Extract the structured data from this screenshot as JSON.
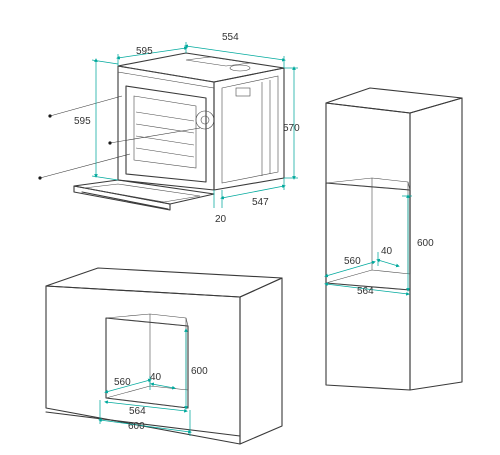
{
  "oven": {
    "width": "554",
    "door_width": "595",
    "door_height": "595",
    "height": "570",
    "depth": "547",
    "door_offset": "20"
  },
  "tall_cabinet": {
    "niche_height": "600",
    "niche_depth": "560",
    "vent_gap": "40",
    "niche_width": "564"
  },
  "base_cabinet": {
    "niche_height": "600",
    "niche_depth": "560",
    "vent_gap": "40",
    "niche_width": "564",
    "cabinet_width": "600"
  },
  "colors": {
    "outline": "#3a3a3a",
    "dimension": "#00a99d",
    "text": "#333333"
  }
}
